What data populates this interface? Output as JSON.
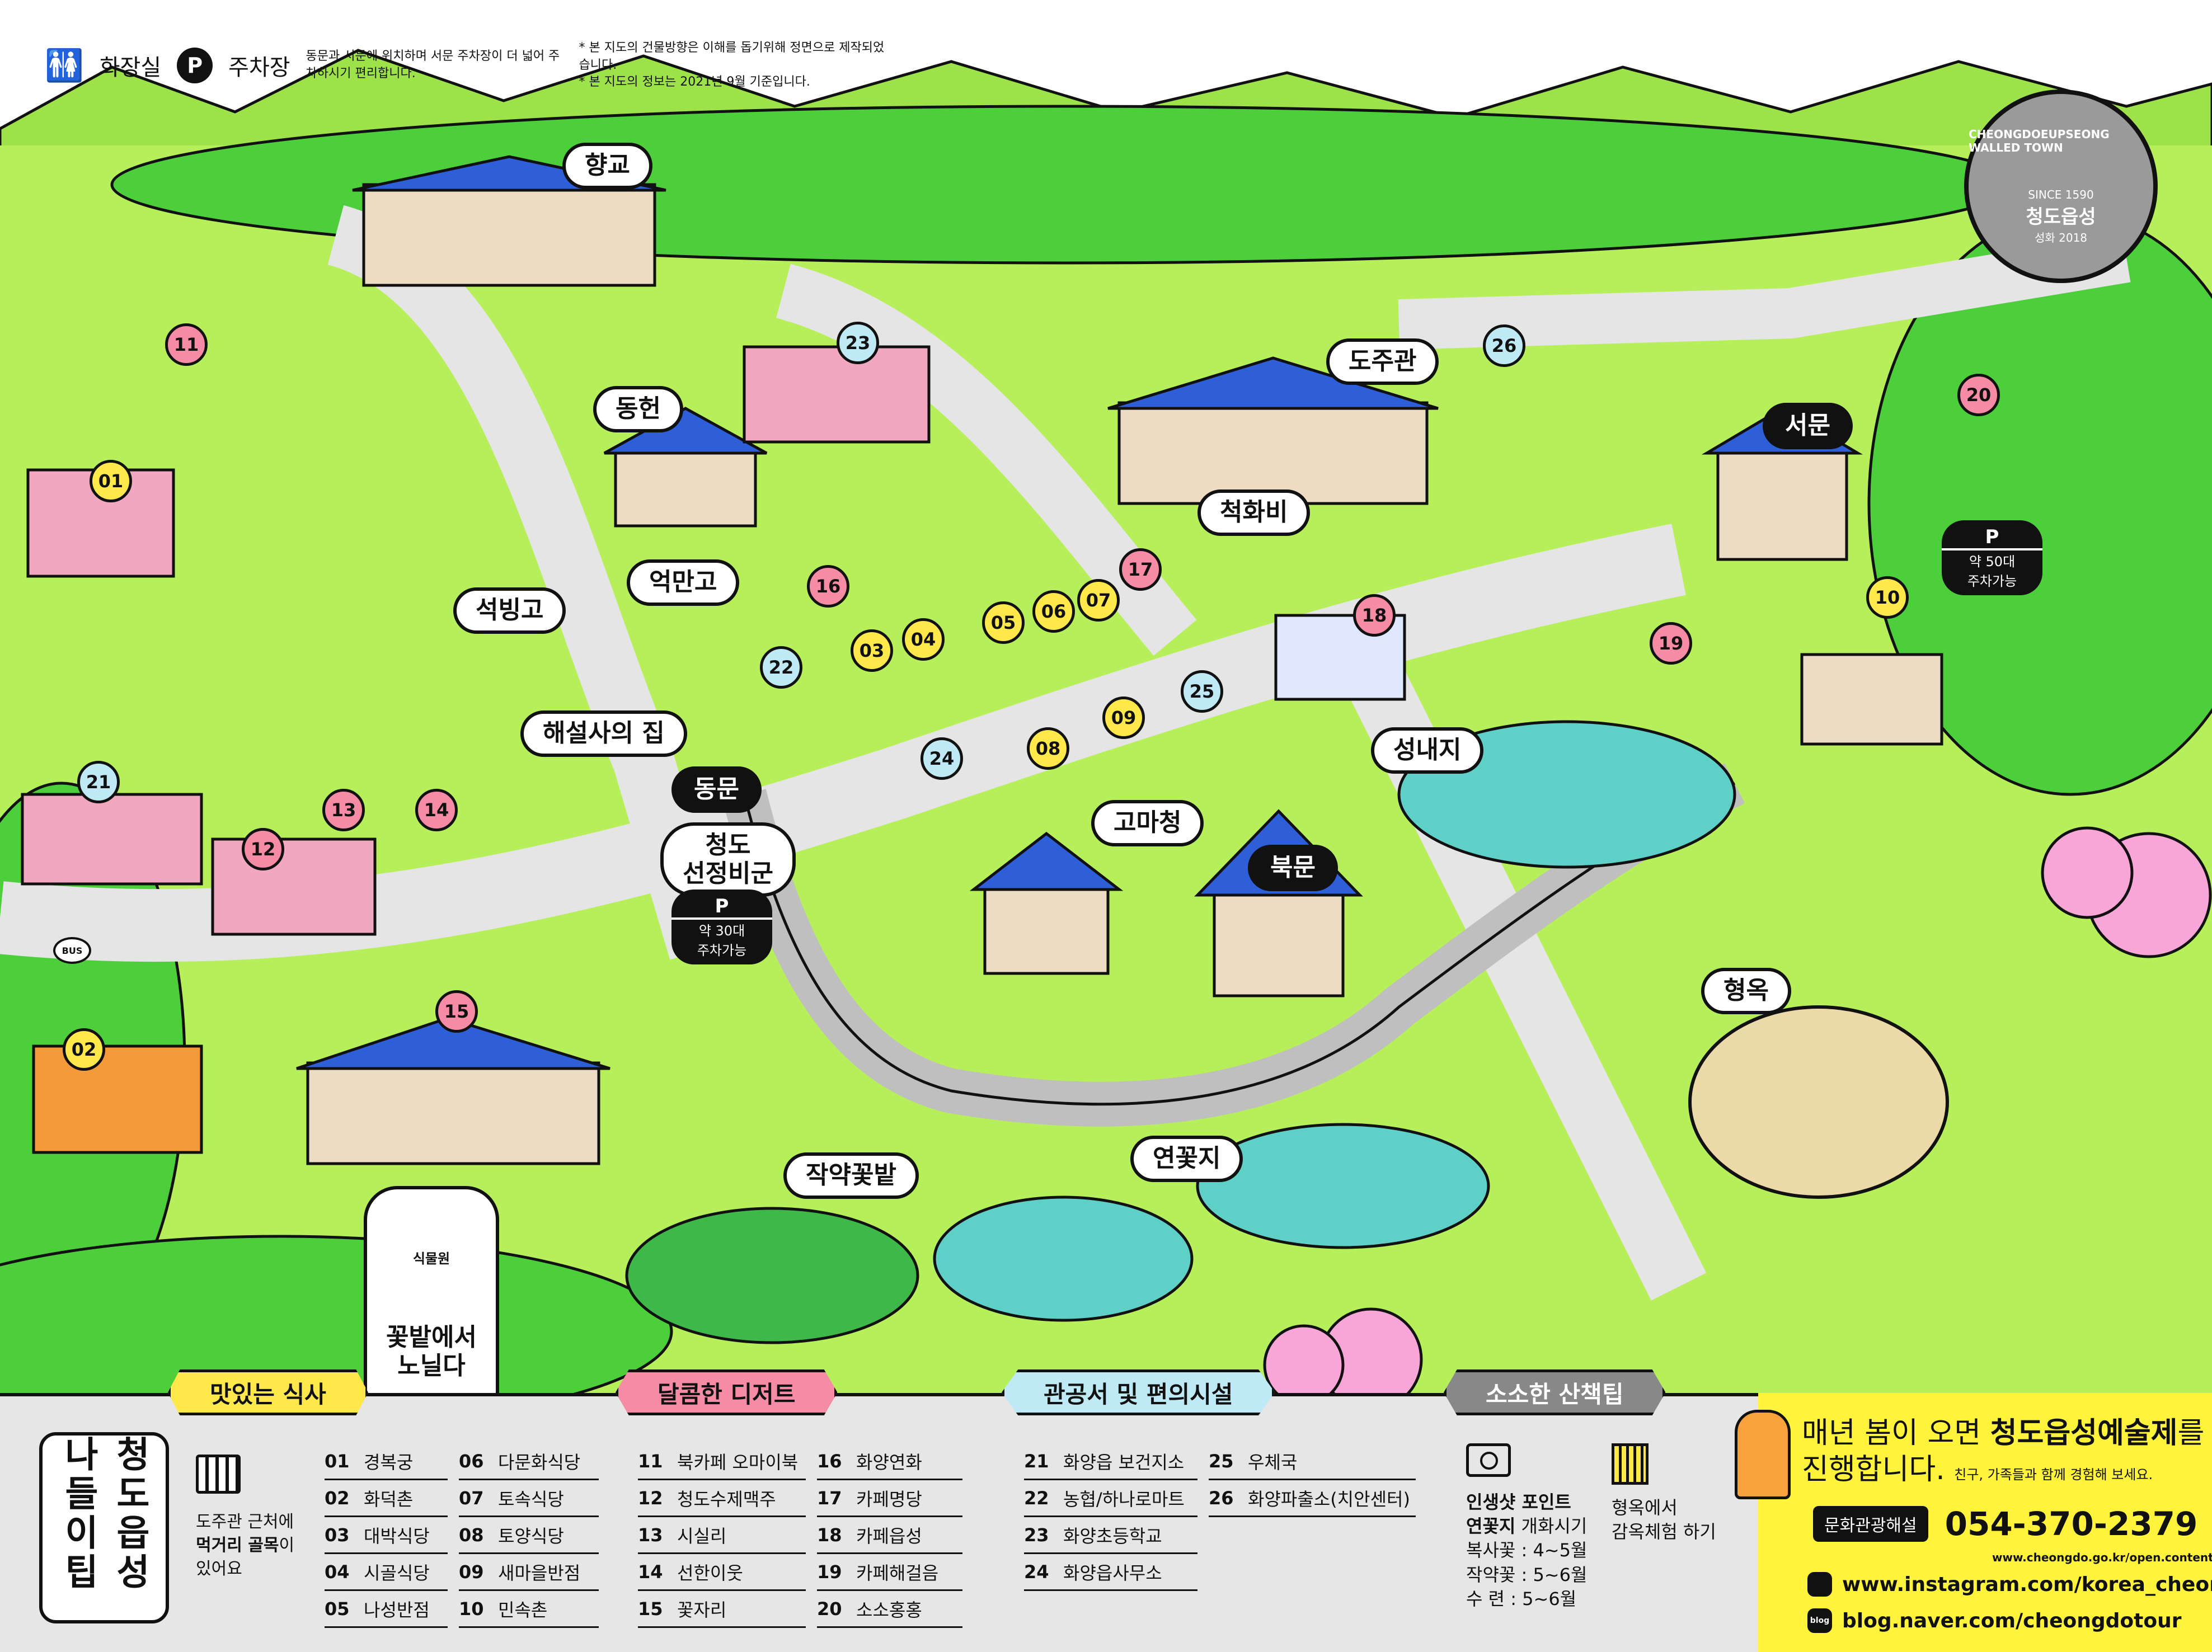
{
  "legend": {
    "restroom": "화장실",
    "parking": "주차장",
    "parking_badge": "P",
    "parking_note": "동문과 서문에 위치하며 서문 주차장이 더 넓어 주차하시기 편리합니다.",
    "map_notes": [
      "* 본 지도의 건물방향은 이해를 돕기위해 정면으로 제작되었습니다.",
      "* 본 지도의 정보는 2021년 9월 기준입니다."
    ]
  },
  "seal": {
    "ring_text": "CHEONGDOEUPSEONG WALLED TOWN",
    "since": "SINCE 1590",
    "name": "청도읍성",
    "side": "성화 2018"
  },
  "places": [
    {
      "id": "hyanggyo",
      "label": "향교"
    },
    {
      "id": "dongheon",
      "label": "동헌"
    },
    {
      "id": "dojugwan",
      "label": "도주관"
    },
    {
      "id": "cheokhwabi",
      "label": "척화비"
    },
    {
      "id": "seomun",
      "label": "서문",
      "dark": true
    },
    {
      "id": "eongmango",
      "label": "억만고"
    },
    {
      "id": "seokbinggo",
      "label": "석빙고"
    },
    {
      "id": "guide-house",
      "label": "해설사의 집"
    },
    {
      "id": "dongmun",
      "label": "동문",
      "dark": true
    },
    {
      "id": "monument",
      "label": "청도\n선정비군"
    },
    {
      "id": "gomacheong",
      "label": "고마청"
    },
    {
      "id": "bukmun",
      "label": "북문",
      "dark": true
    },
    {
      "id": "seongnaeji",
      "label": "성내지"
    },
    {
      "id": "hyeongok",
      "label": "형옥"
    },
    {
      "id": "jakyak",
      "label": "작약꽃밭"
    },
    {
      "id": "yeonkkotji",
      "label": "연꽃지"
    },
    {
      "id": "garden",
      "label": "꽃밭에서\n노닐다",
      "sub": "식물원"
    }
  ],
  "parking_spots": [
    {
      "badge": "P",
      "text": "약 50대\n주차가능"
    },
    {
      "badge": "P",
      "text": "약 30대\n주차가능"
    }
  ],
  "bus_sign": "BUS",
  "markers": [
    "01",
    "02",
    "03",
    "04",
    "05",
    "06",
    "07",
    "08",
    "09",
    "10",
    "11",
    "12",
    "13",
    "14",
    "15",
    "16",
    "17",
    "18",
    "19",
    "20",
    "21",
    "22",
    "23",
    "24",
    "25",
    "26"
  ],
  "bottom": {
    "title": "청도읍성 나들이팁",
    "categories": [
      "맛있는 식사",
      "달콤한 디저트",
      "관공서 및 편의시설",
      "소소한 산책팁"
    ],
    "alley_note_pre": "도주관 근처에 ",
    "alley_note_bold": "먹거리 골목",
    "alley_note_post": "이 있어요",
    "food": [
      {
        "no": "01",
        "name": "경복궁"
      },
      {
        "no": "02",
        "name": "화덕촌"
      },
      {
        "no": "03",
        "name": "대박식당"
      },
      {
        "no": "04",
        "name": "시골식당"
      },
      {
        "no": "05",
        "name": "나성반점"
      },
      {
        "no": "06",
        "name": "다문화식당"
      },
      {
        "no": "07",
        "name": "토속식당"
      },
      {
        "no": "08",
        "name": "토양식당"
      },
      {
        "no": "09",
        "name": "새마을반점"
      },
      {
        "no": "10",
        "name": "민속촌"
      }
    ],
    "dessert": [
      {
        "no": "11",
        "name": "북카페 오마이북"
      },
      {
        "no": "12",
        "name": "청도수제맥주"
      },
      {
        "no": "13",
        "name": "시실리"
      },
      {
        "no": "14",
        "name": "선한이웃"
      },
      {
        "no": "15",
        "name": "꽃자리"
      },
      {
        "no": "16",
        "name": "화양연화"
      },
      {
        "no": "17",
        "name": "카페명당"
      },
      {
        "no": "18",
        "name": "카페읍성"
      },
      {
        "no": "19",
        "name": "카페해걸음"
      },
      {
        "no": "20",
        "name": "소소홍홍"
      }
    ],
    "public": [
      {
        "no": "21",
        "name": "화양읍 보건지소"
      },
      {
        "no": "22",
        "name": "농협/하나로마트"
      },
      {
        "no": "23",
        "name": "화양초등학교"
      },
      {
        "no": "24",
        "name": "화양읍사무소"
      },
      {
        "no": "25",
        "name": "우체국"
      },
      {
        "no": "26",
        "name": "화양파출소(치안센터)"
      }
    ],
    "walk": {
      "photo_title_1": "인생샷 포인트",
      "photo_title_2_bold": "연꽃지",
      "photo_title_2_rest": " 개화시기",
      "bloom": [
        "복사꽃 : 4~5월",
        "작약꽃 : 5~6월",
        "수    련 : 5~6월"
      ],
      "prison_1": "형옥에서",
      "prison_2": "감옥체험 하기"
    },
    "festival": {
      "line1_pre": "매년 봄이 오면 ",
      "line1_bold": "청도읍성예술제",
      "line1_post": "를",
      "line2": "진행합니다.",
      "small": "친구, 가족들과 함께 경험해 보세요.",
      "guide_label": "문화관광해설",
      "phone": "054-370-2379",
      "url": "www.cheongdo.go.kr/open.content/tour",
      "instagram": "www.instagram.com/korea_cheongdo",
      "blog_icon": "blog",
      "blog": "blog.naver.com/cheongdotour"
    }
  }
}
